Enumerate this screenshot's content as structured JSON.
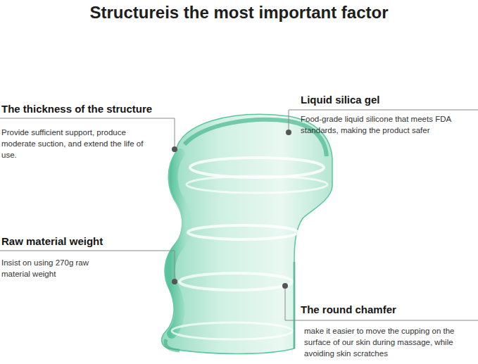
{
  "diagram": {
    "title": "Structureis the most important factor",
    "labels": [
      "Liquid silica gel",
      "Food-grade liquid silicone that meets FDA standards, making the product safer",
      "The thickness of the structure",
      "Provide sufficient support, produce moderate suction, and extend the life of use.",
      "Raw material weight",
      "Insist on using 270g raw material weight",
      "The round chamfer",
      "make it easier to move the cupping on the surface of our skin during massage, while avoiding skin scratches"
    ]
  }
}
